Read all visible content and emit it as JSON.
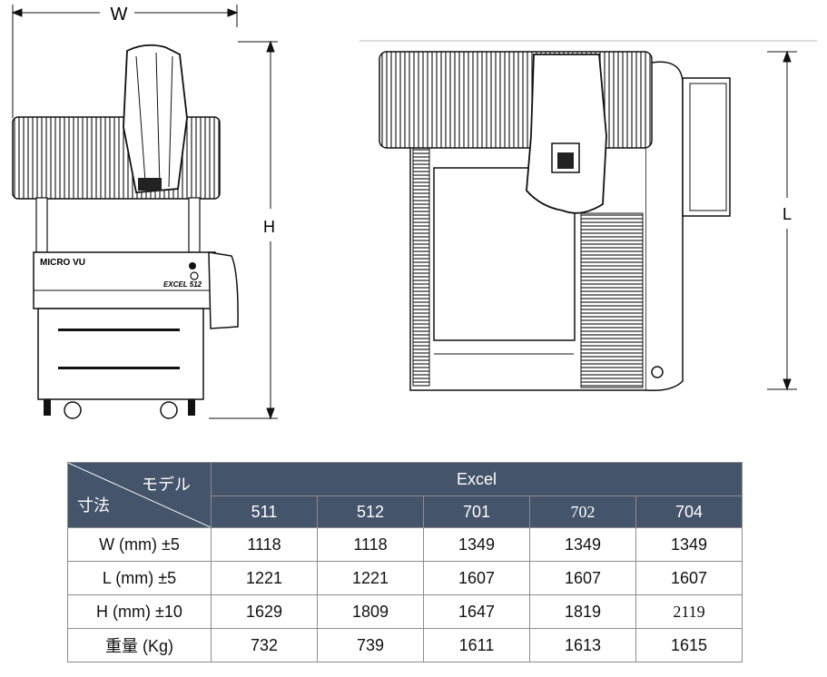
{
  "drawing_labels": {
    "width": "W",
    "height": "H",
    "length": "L"
  },
  "machine_markings": {
    "brand": "MICRO VU",
    "model": "EXCEL 512"
  },
  "table": {
    "corner_model": "モデル",
    "corner_dimension": "寸法",
    "group_header": "Excel",
    "models": [
      "511",
      "512",
      "701",
      "702",
      "704"
    ],
    "rows": [
      {
        "label": "W (mm) ±5",
        "values": [
          "1118",
          "1118",
          "1349",
          "1349",
          "1349"
        ]
      },
      {
        "label": "L (mm) ±5",
        "values": [
          "1221",
          "1221",
          "1607",
          "1607",
          "1607"
        ]
      },
      {
        "label": "H (mm) ±10",
        "values": [
          "1629",
          "1809",
          "1647",
          "1819",
          "2119"
        ]
      },
      {
        "label": "重量 (Kg)",
        "values": [
          "732",
          "739",
          "1611",
          "1613",
          "1615"
        ]
      }
    ]
  },
  "colors": {
    "header_bg": "#44546a",
    "header_text": "#ffffff",
    "grid": "#8c8c8c"
  }
}
